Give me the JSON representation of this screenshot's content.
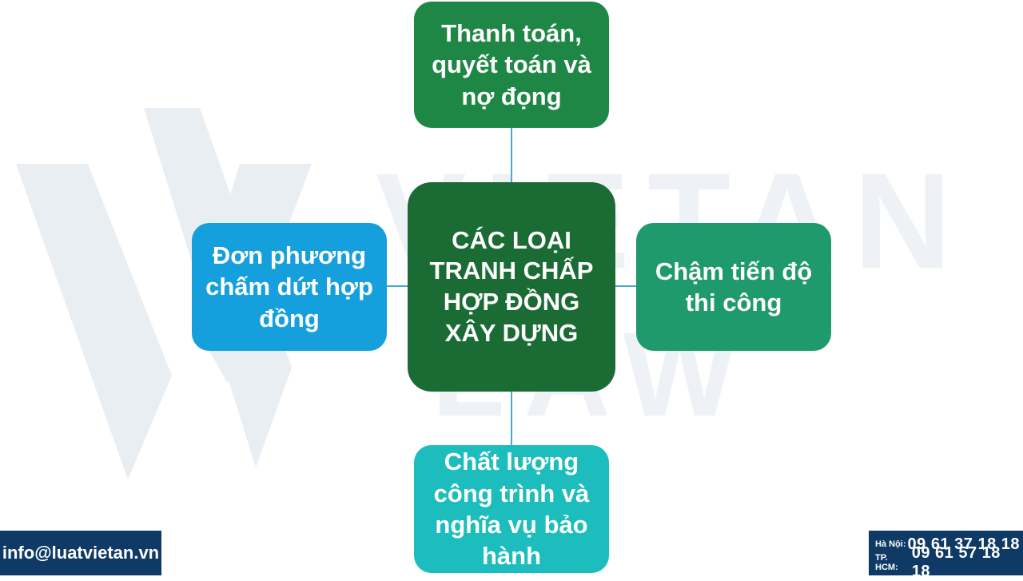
{
  "watermark": {
    "text_top": "VIETAN",
    "text_bottom": "LAW"
  },
  "center": {
    "text": "CÁC LOẠI\nTRANH CHẤP\nHỢP ĐỒNG\nXÂY DỰNG",
    "color": "#1b6b34"
  },
  "top": {
    "text": "Thanh toán,\nquyết toán và\nnợ đọng",
    "color": "#1e8745"
  },
  "left": {
    "text": "Đơn phương\nchấm dứt hợp\nđồng",
    "color": "#159fdd"
  },
  "right": {
    "text": "Chậm tiến độ\nthi công",
    "color": "#1f9a6c"
  },
  "bottom": {
    "text": "Chất lượng\ncông trình và\nnghĩa vụ bảo\nhành",
    "color": "#1cbdbc"
  },
  "footer": {
    "email": "info@luatvietan.vn",
    "phones": [
      {
        "label": "Hà Nội:",
        "number": "09 61 37 18 18"
      },
      {
        "label": "TP. HCM:",
        "number": "09 61 57 18 18"
      }
    ],
    "color": "#0f3a66"
  }
}
